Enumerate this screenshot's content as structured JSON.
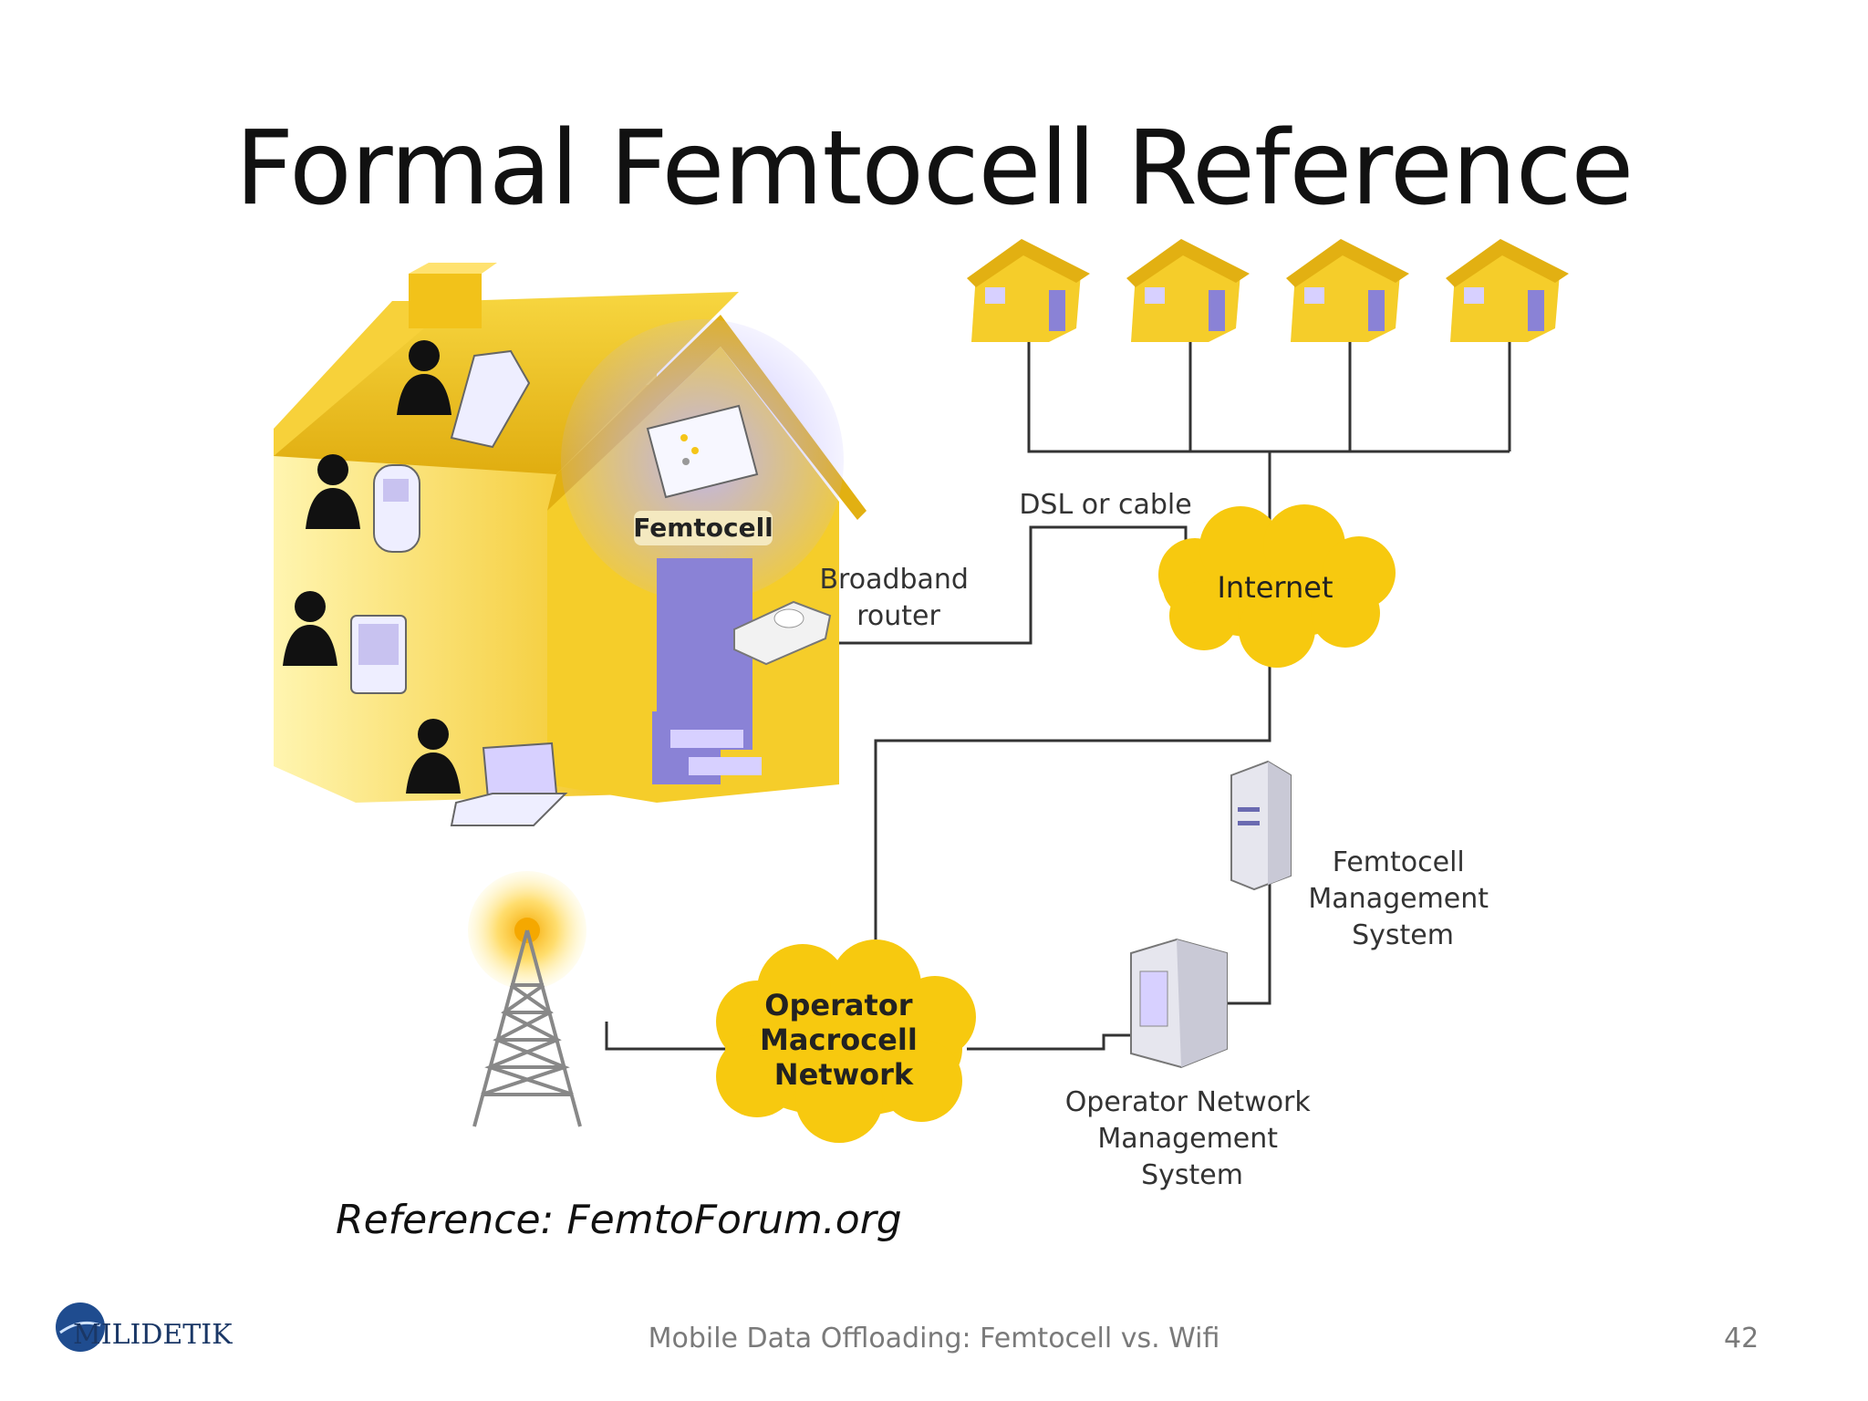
{
  "slide": {
    "title": "Formal Femtocell Reference",
    "reference": "Reference: FemtoForum.org",
    "footer": "Mobile Data Offloading: Femtocell vs. Wifi",
    "page_number": "42",
    "logo_text": "MILIDETIK"
  },
  "diagram": {
    "labels": {
      "femtocell": "Femtocell",
      "broadband_router": [
        "Broadband",
        "router"
      ],
      "dsl": "DSL or cable",
      "internet": "Internet",
      "operator_macrocell": [
        "Operator",
        "Macrocell",
        "Network"
      ],
      "femtocell_mgmt": [
        "Femtocell",
        "Management",
        "System"
      ],
      "operator_nms": [
        "Operator Network",
        "Management",
        "System"
      ]
    },
    "colors": {
      "yellow": "#f5c518",
      "light_yellow": "#ffe96b",
      "purple": "#8a82d6",
      "line": "#333333"
    }
  }
}
